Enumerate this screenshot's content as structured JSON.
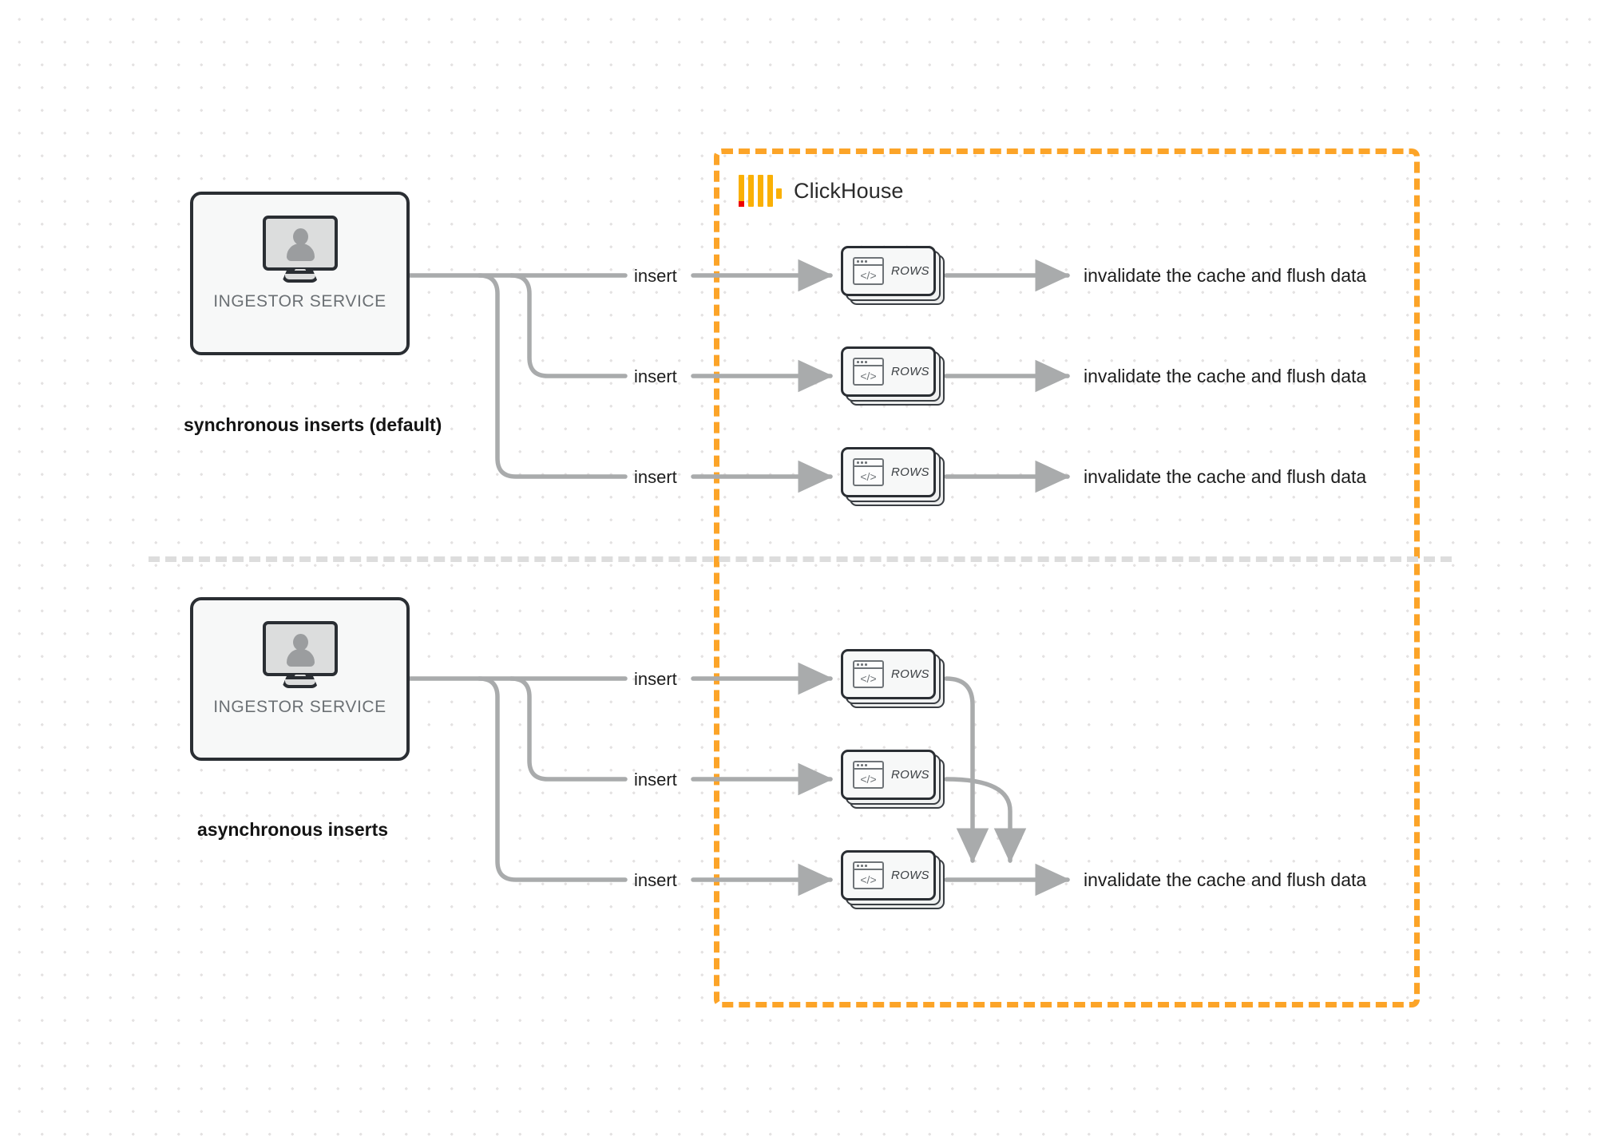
{
  "diagram": {
    "title": "ClickHouse synchronous vs asynchronous inserts",
    "background": "#ffffff",
    "accent_color": "#FCA428",
    "wire_color": "#a9abac",
    "node_border_color": "#2a2e33"
  },
  "clickhouse": {
    "name": "ClickHouse",
    "logo_name": "clickhouse-logo",
    "boundary_style": "dashed",
    "boundary_color": "#FCA428"
  },
  "sections": [
    {
      "id": "sync",
      "label": "synchronous inserts (default)",
      "service": {
        "label": "INGESTOR SERVICE",
        "icon": "monitor-user-icon"
      },
      "flows": [
        {
          "edge_label": "insert",
          "node": {
            "label": "ROWS",
            "icon": "code-window-icon"
          },
          "outcome": "invalidate the cache and flush data"
        },
        {
          "edge_label": "insert",
          "node": {
            "label": "ROWS",
            "icon": "code-window-icon"
          },
          "outcome": "invalidate the cache and flush data"
        },
        {
          "edge_label": "insert",
          "node": {
            "label": "ROWS",
            "icon": "code-window-icon"
          },
          "outcome": "invalidate the cache and flush data"
        }
      ]
    },
    {
      "id": "async",
      "label": "asynchronous inserts",
      "service": {
        "label": "INGESTOR SERVICE",
        "icon": "monitor-user-icon"
      },
      "flows": [
        {
          "edge_label": "insert",
          "node": {
            "label": "ROWS",
            "icon": "code-window-icon"
          }
        },
        {
          "edge_label": "insert",
          "node": {
            "label": "ROWS",
            "icon": "code-window-icon"
          }
        },
        {
          "edge_label": "insert",
          "node": {
            "label": "ROWS",
            "icon": "code-window-icon"
          }
        }
      ],
      "merged_outcome": "invalidate the cache and flush data"
    }
  ]
}
